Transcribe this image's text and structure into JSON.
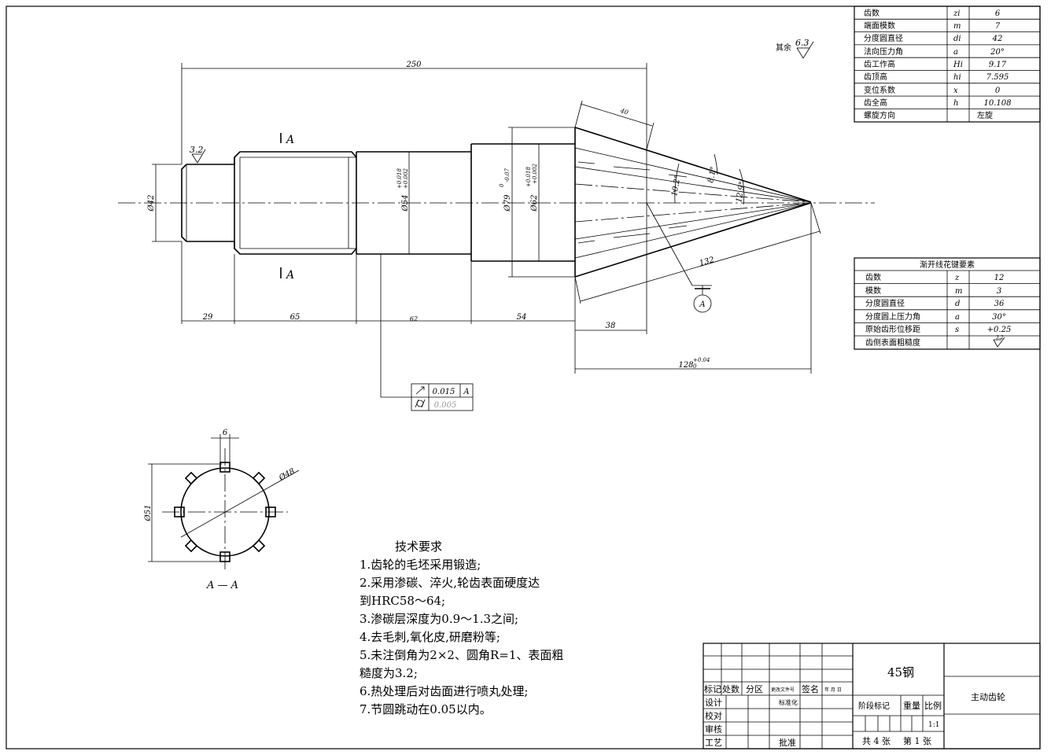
{
  "gear_table": {
    "rows": [
      {
        "name": "齿数",
        "sym": "zi",
        "val": "6"
      },
      {
        "name": "端面模数",
        "sym": "m",
        "val": "7"
      },
      {
        "name": "分度圆直径",
        "sym": "di",
        "val": "42"
      },
      {
        "name": "法向压力角",
        "sym": "a",
        "val": "20°"
      },
      {
        "name": "齿工作高",
        "sym": "Hi",
        "val": "9.17"
      },
      {
        "name": "齿顶高",
        "sym": "hi",
        "val": "7.595"
      },
      {
        "name": "变位系数",
        "sym": "x",
        "val": "0"
      },
      {
        "name": "齿全高",
        "sym": "h",
        "val": "10.108"
      },
      {
        "name": "螺旋方向",
        "sym": "",
        "val": "左旋"
      }
    ]
  },
  "spline_table": {
    "title": "渐开线花键要素",
    "rows": [
      {
        "name": "齿数",
        "sym": "z",
        "val": "12"
      },
      {
        "name": "模数",
        "sym": "m",
        "val": "3"
      },
      {
        "name": "分度圆直径",
        "sym": "d",
        "val": "36"
      },
      {
        "name": "分度圆上压力角",
        "sym": "a",
        "val": "30°"
      },
      {
        "name": "原始齿形位移距",
        "sym": "s",
        "val": "+0.25"
      },
      {
        "name": "齿侧表面粗糙度",
        "sym": "",
        "val": "3.2"
      }
    ]
  },
  "rough_note": {
    "prefix": "其余",
    "val": "6.3"
  },
  "rough_left": "3.2",
  "dims": {
    "overall": "250",
    "d42": "Ø42",
    "d54": "Ø54",
    "d54_tol_up": "+0.018",
    "d54_tol_dn": "+0.002",
    "d79": "Ø79",
    "d79_tol_up": "0",
    "d79_tol_dn": "-0.07",
    "d62": "Ø62",
    "d62_tol_up": "+0.018",
    "d62_tol_dn": "+0.002",
    "l29": "29",
    "l65": "65",
    "l62": "62",
    "l54": "54",
    "l38": "38",
    "l128": "128",
    "l128_tol_up": "+0.04",
    "l128_tol_dn": "0",
    "l40": "40",
    "l132": "132",
    "a1": "10.2°",
    "a2": "8.1°",
    "a3": "12.9°"
  },
  "section_marks": {
    "upper": "A",
    "lower": "A",
    "datum": "A"
  },
  "fcf": {
    "row1_tol": "0.015",
    "row1_datum": "A",
    "row2_tol": "0.005"
  },
  "section_view": {
    "label": "A — A",
    "d48": "Ø48",
    "d51": "Ø51",
    "w6": "6"
  },
  "tech": {
    "title": "技术要求",
    "lines": [
      "1.齿轮的毛坯采用锻造;",
      "2.采用渗碳、淬火,轮齿表面硬度达",
      "到HRC58～64;",
      "3.渗碳层深度为0.9～1.3之间;",
      "4.去毛刺,氧化皮,研磨粉等;",
      "5.未注倒角为2×2、圆角R=1、表面粗",
      "糙度为3.2;",
      "6.热处理后对齿面进行喷丸处理;",
      "7.节圆跳动在0.05以内。"
    ]
  },
  "title_block": {
    "material": "45钢",
    "part_name": "主动齿轮",
    "h_mark": "标记",
    "h_count": "处数",
    "h_zone": "分区",
    "h_doc": "更改文件号",
    "h_sign": "签名",
    "h_date": "年 月 日",
    "design": "设计",
    "standard": "标准化",
    "check": "校对",
    "review": "审核",
    "process": "工艺",
    "approve": "批准",
    "stage": "阶段标记",
    "weight": "重量",
    "ratio_label": "比例",
    "ratio": "1:1",
    "sheet_total": "共 4 张",
    "sheet_no": "第 1 张"
  }
}
